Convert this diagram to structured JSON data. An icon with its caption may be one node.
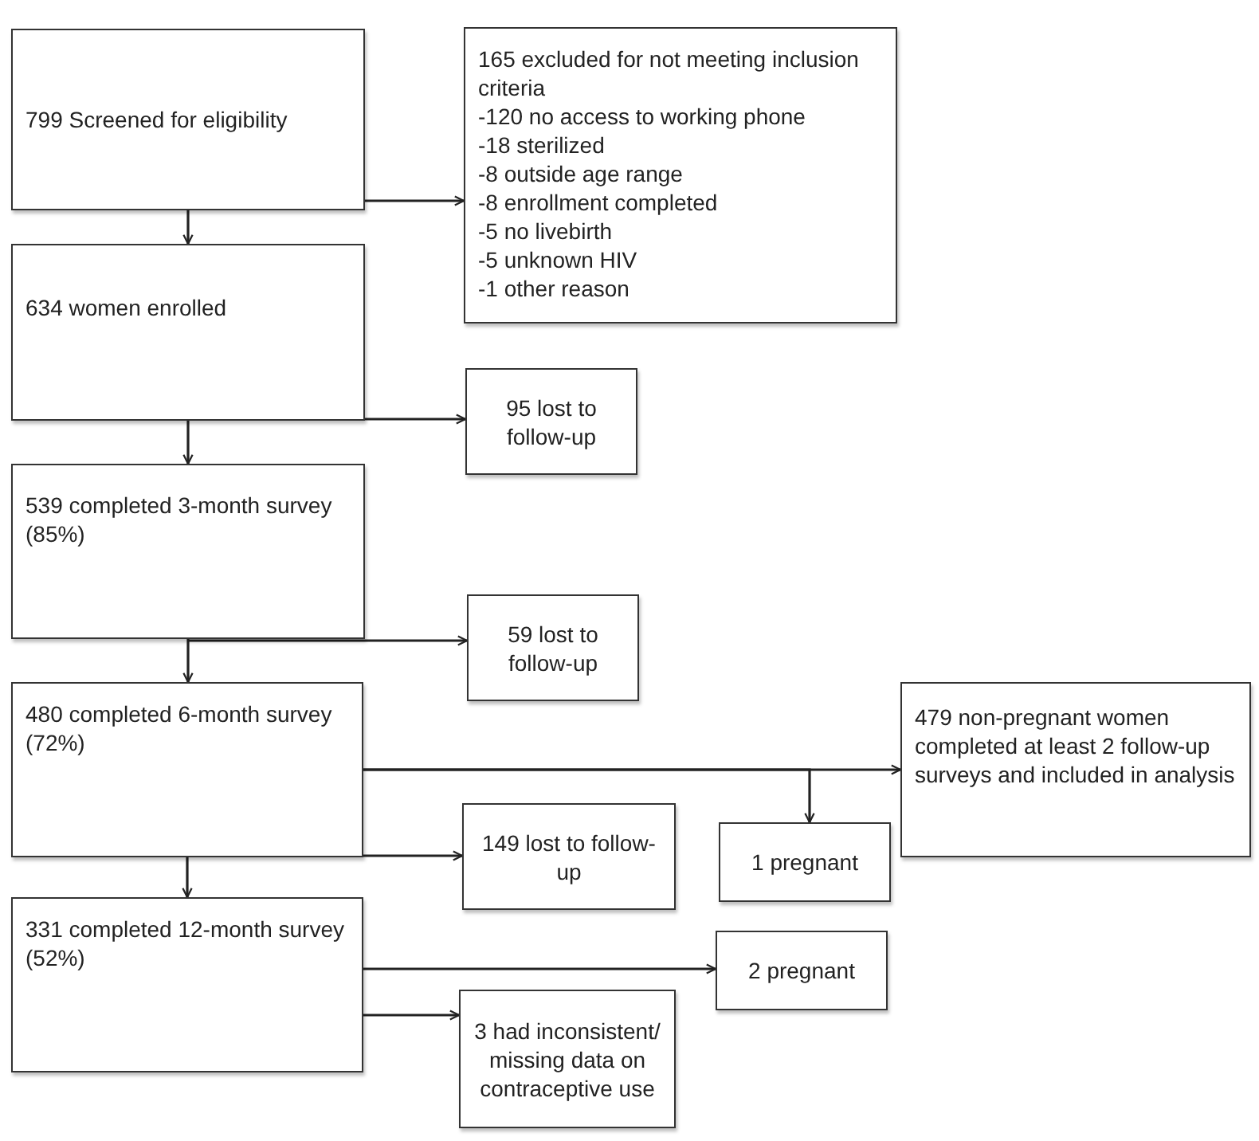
{
  "diagram": {
    "nodes": [
      {
        "text": [
          "799 Screened for eligibility"
        ]
      },
      {
        "text": [
          "165 excluded for not meeting inclusion criteria",
          "-120 no access to working phone",
          "-18 sterilized",
          "-8 outside age range",
          "-8 enrollment completed",
          "-5 no livebirth",
          "-5 unknown HIV",
          "-1 other reason"
        ]
      },
      {
        "text": [
          "634 women enrolled"
        ]
      },
      {
        "text": [
          "95 lost to follow-up"
        ]
      },
      {
        "text": [
          "539 completed 3-month survey (85%)"
        ]
      },
      {
        "text": [
          "59 lost to follow-up"
        ]
      },
      {
        "text": [
          "480 completed 6-month survey (72%)"
        ]
      },
      {
        "text": [
          "479 non-pregnant women completed at least 2 follow-up surveys and included in analysis"
        ]
      },
      {
        "text": [
          "149 lost to follow-up"
        ]
      },
      {
        "text": [
          "1 pregnant"
        ]
      },
      {
        "text": [
          "331 completed 12-month survey (52%)"
        ]
      },
      {
        "text": [
          "2 pregnant"
        ]
      },
      {
        "text": [
          "3 had inconsistent/ missing data on contraceptive use"
        ]
      }
    ],
    "edges": [
      {
        "from": 0,
        "to": 2,
        "arrow": "to"
      },
      {
        "from": 0,
        "to": 1,
        "arrow": "to"
      },
      {
        "from": 2,
        "to": 4,
        "arrow": "to"
      },
      {
        "from": 2,
        "to": 3,
        "arrow": "to"
      },
      {
        "from": 4,
        "to": 6,
        "arrow": "to"
      },
      {
        "from": 4,
        "to": 5,
        "arrow": "to"
      },
      {
        "from": 6,
        "to": 7,
        "arrow": "to"
      },
      {
        "from": 6,
        "to": 9,
        "arrow": "to"
      },
      {
        "from": 6,
        "to": 10,
        "arrow": "to"
      },
      {
        "from": 6,
        "to": 8,
        "arrow": "to"
      },
      {
        "from": 10,
        "to": 11,
        "arrow": "to"
      },
      {
        "from": 10,
        "to": 12,
        "arrow": "to"
      }
    ]
  }
}
